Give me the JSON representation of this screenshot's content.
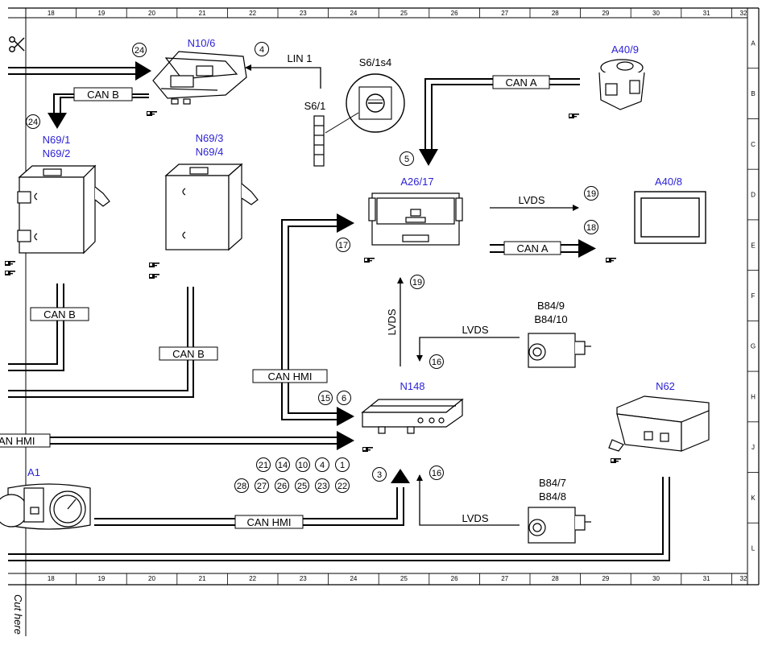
{
  "ruler": {
    "columns": [
      "18",
      "19",
      "20",
      "21",
      "22",
      "23",
      "24",
      "25",
      "26",
      "27",
      "28",
      "29",
      "30",
      "31",
      "32"
    ],
    "rows": [
      "A",
      "B",
      "C",
      "D",
      "E",
      "F",
      "G",
      "H",
      "J",
      "K",
      "L"
    ]
  },
  "cut_here": "Cut here",
  "components": {
    "n10_6": "N10/6",
    "s6_1s4": "S6/1s4",
    "s6_1": "S6/1",
    "a40_9": "A40/9",
    "n69_1": "N69/1",
    "n69_2": "N69/2",
    "n69_3": "N69/3",
    "n69_4": "N69/4",
    "a26_17": "A26/17",
    "a40_8": "A40/8",
    "b84_9": "B84/9",
    "b84_10": "B84/10",
    "n148": "N148",
    "n62": "N62",
    "a1": "A1",
    "b84_7": "B84/7",
    "b84_8": "B84/8"
  },
  "buses": {
    "can_b_top": "CAN B",
    "lin_1": "LIN 1",
    "can_a_top": "CAN A",
    "lvds_a26": "LVDS",
    "can_a_mid": "CAN A",
    "can_b_left": "CAN B",
    "can_b_mid": "CAN B",
    "lvds_vert": "LVDS",
    "lvds_b84_9": "LVDS",
    "can_hmi_mid": "CAN HMI",
    "can_hmi_left": "CAN HMI",
    "can_hmi_bottom": "CAN HMI",
    "lvds_b84_7": "LVDS"
  },
  "refs": {
    "r24a": "24",
    "r24b": "24",
    "r4": "4",
    "r5": "5",
    "r19a": "19",
    "r18": "18",
    "r17": "17",
    "r19b": "19",
    "r16a": "16",
    "r15": "15",
    "r6": "6",
    "g21": "21",
    "g14": "14",
    "g10": "10",
    "g4": "4",
    "g1": "1",
    "g28": "28",
    "g27": "27",
    "g26": "26",
    "g25": "25",
    "g23": "23",
    "g22": "22",
    "r3": "3",
    "r16b": "16"
  },
  "colors": {
    "component_label": "#2a1fd6",
    "line": "#000000"
  },
  "icons": {
    "hand_pointer": "hand-pointer-icon",
    "scissors": "scissors-icon"
  }
}
